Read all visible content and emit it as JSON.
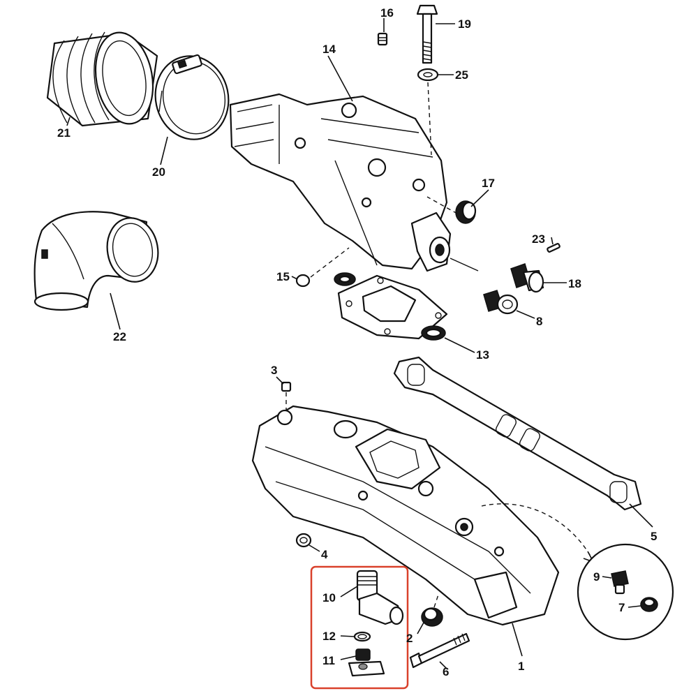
{
  "callouts": [
    {
      "id": "c1",
      "label": "1"
    },
    {
      "id": "c2",
      "label": "2"
    },
    {
      "id": "c3",
      "label": "3"
    },
    {
      "id": "c4",
      "label": "4"
    },
    {
      "id": "c5",
      "label": "5"
    },
    {
      "id": "c6",
      "label": "6"
    },
    {
      "id": "c7",
      "label": "7"
    },
    {
      "id": "c8",
      "label": "8"
    },
    {
      "id": "c9",
      "label": "9"
    },
    {
      "id": "c10",
      "label": "10"
    },
    {
      "id": "c11",
      "label": "11"
    },
    {
      "id": "c12",
      "label": "12"
    },
    {
      "id": "c13",
      "label": "13"
    },
    {
      "id": "c14",
      "label": "14"
    },
    {
      "id": "c15",
      "label": "15"
    },
    {
      "id": "c16",
      "label": "16"
    },
    {
      "id": "c17",
      "label": "17"
    },
    {
      "id": "c18",
      "label": "18"
    },
    {
      "id": "c19",
      "label": "19"
    },
    {
      "id": "c20",
      "label": "20"
    },
    {
      "id": "c21",
      "label": "21"
    },
    {
      "id": "c22",
      "label": "22"
    },
    {
      "id": "c23",
      "label": "23"
    },
    {
      "id": "c25",
      "label": "25"
    }
  ],
  "colors": {
    "line": "#111111",
    "background": "#ffffff",
    "highlight_box": "#d9412b"
  }
}
